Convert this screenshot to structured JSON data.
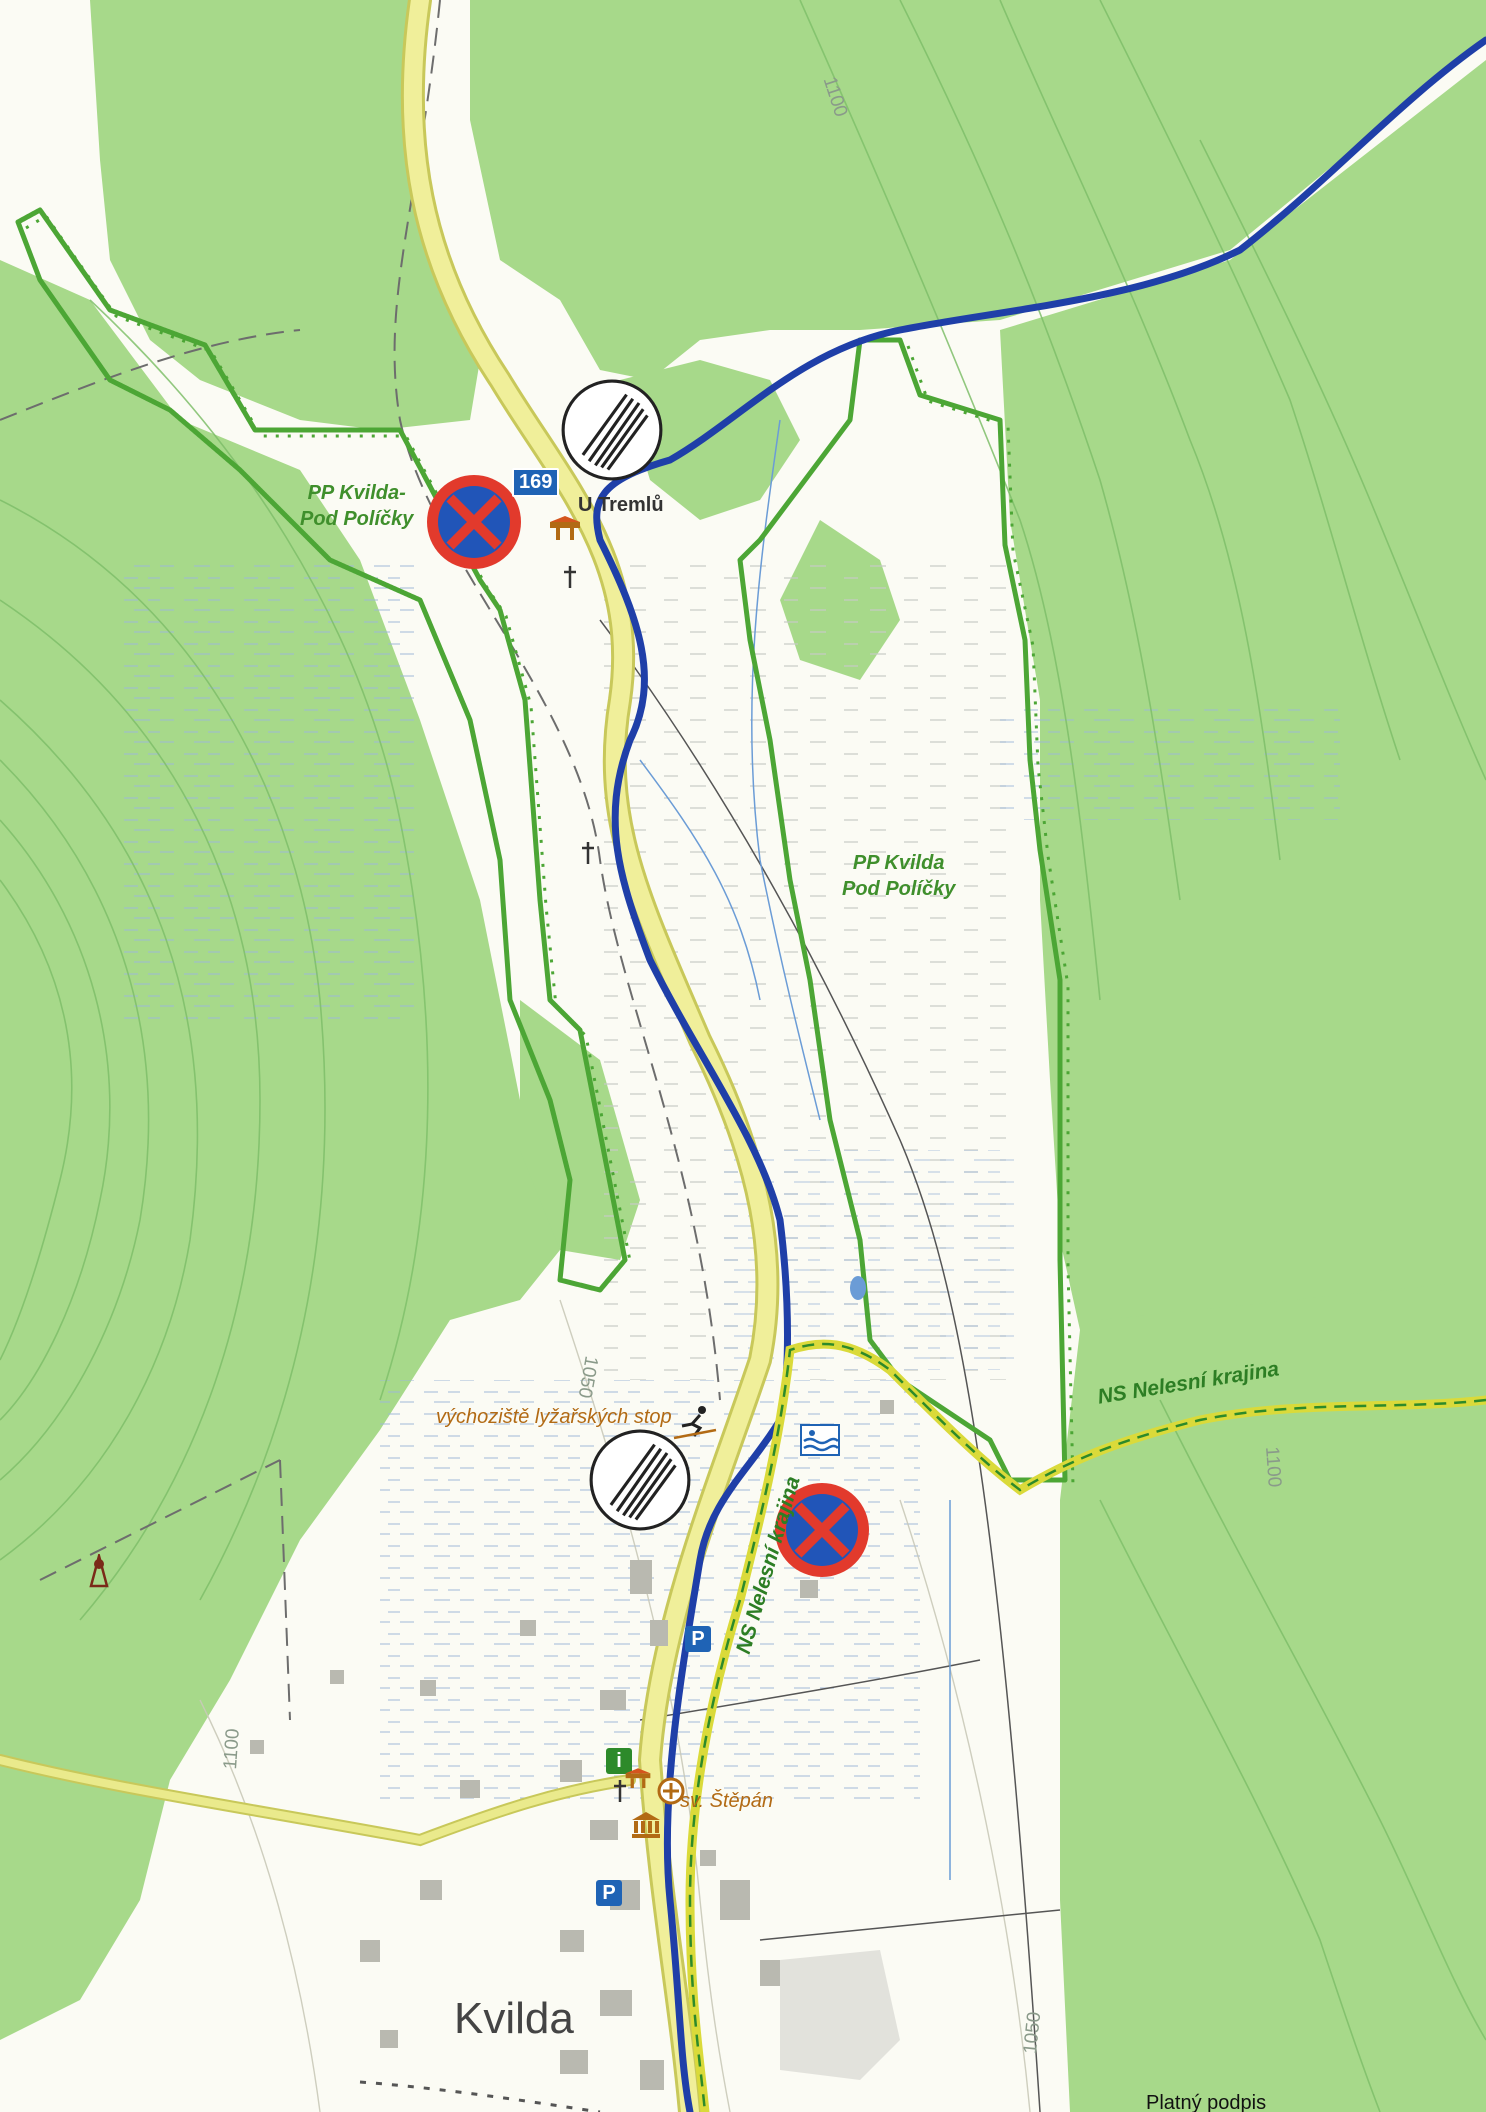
{
  "map": {
    "protected_area_label": "PP Kvilda-\nPod Políčky",
    "protected_area_label_2": "PP Kvilda\nPod Políčky",
    "road_number": "169",
    "place_u_tremlu": "U Tremlů",
    "place_kvilda": "Kvilda",
    "ski_start_label": "výchoziště lyžařských stop",
    "church_label": "sv. Štěpán",
    "trail_label_1": "NS Nelesní krajina",
    "trail_label_2": "NS Nelesní krajina",
    "contour_1100_a": "1100",
    "contour_1100_b": "1100",
    "contour_1100_c": "1100",
    "contour_1050_a": "1050",
    "contour_1050_b": "1050",
    "parking_symbol": "P",
    "info_symbol": "i",
    "signature_text": "Platný podpis",
    "colors": {
      "forest": "#a7d98a",
      "meadow": "#fbfbf4",
      "protected_area_border": "#4ca635",
      "road_main": "#f0ef9a",
      "road_edge": "#c8c85a",
      "river_route": "#1f3fa8",
      "trail_yellow": "#dada3a",
      "no_stopping_red": "#e23a2c",
      "no_stopping_blue": "#2155b8"
    },
    "icons": [
      "no-stopping-sign-icon",
      "end-of-restrictions-sign-icon",
      "parking-icon",
      "info-icon",
      "museum-icon",
      "ski-icon",
      "swimming-icon",
      "church-icon",
      "wayside-cross-icon",
      "tower-icon"
    ]
  }
}
